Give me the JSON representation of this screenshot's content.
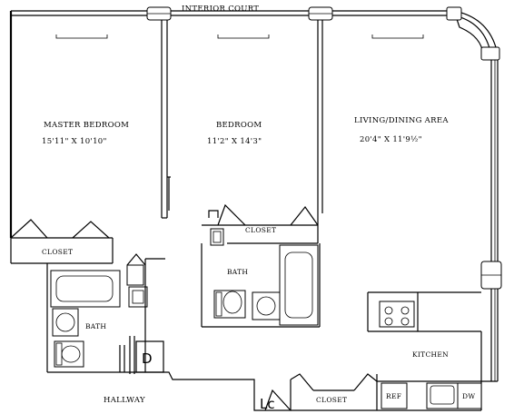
{
  "labels": {
    "interior_court": "INTERIOR COURT",
    "master_bedroom": "MASTER BEDROOM",
    "master_bedroom_dims": "15'11\" X 10'10\"",
    "bedroom": "BEDROOM",
    "bedroom_dims": "11'2\" X 14'3\"",
    "living_dining": "LIVING/DINING AREA",
    "living_dining_dims": "20'4\" X 11'9½\"",
    "closet_master": "CLOSET",
    "closet_bedroom": "CLOSET",
    "bath_bedroom": "BATH",
    "bath_master": "BATH",
    "kitchen": "KITCHEN",
    "hallway": "HALLWAY",
    "closet_hall": "CLOSET",
    "ref": "REF",
    "dw": "DW",
    "d_mark": "D",
    "lc_mark": "Lc"
  }
}
